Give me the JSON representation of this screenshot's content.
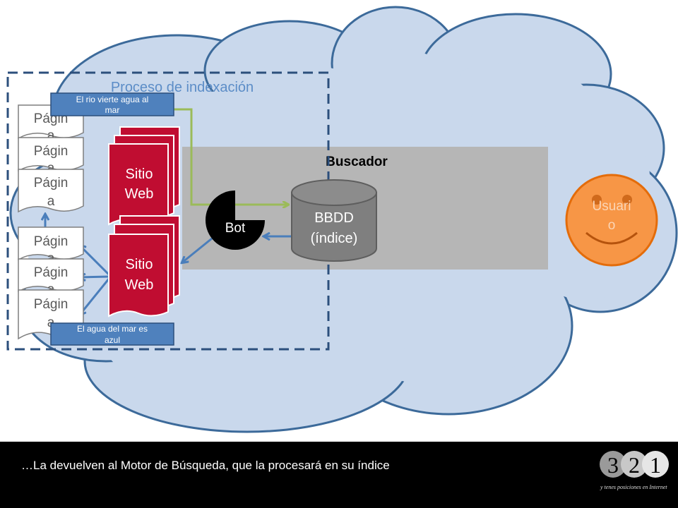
{
  "diagram": {
    "region_title": "Proceso de indexación",
    "engine_label": "Buscador",
    "bot_label": "Bot",
    "db_label_line1": "BBDD",
    "db_label_line2": "(índice)",
    "user_label_line1": "Usuari",
    "user_label_line2": "o",
    "site_label_line1": "Sitio",
    "site_label_line2": "Web",
    "page_label_line1": "Págin",
    "page_label_line2": "a",
    "note_top_line1": "El rio vierte agua al",
    "note_top_line2": "mar",
    "note_bottom_line1": "El agua del mar es",
    "note_bottom_line2": "azul"
  },
  "footer": {
    "caption": "…La devuelven al Motor de Búsqueda, que la procesará en su índice",
    "logo_digits": [
      "3",
      "2",
      "1"
    ],
    "logo_tagline": "y tenes posiciones en Internet"
  },
  "colors": {
    "cloud_fill": "#c9d8ec",
    "cloud_stroke": "#3c6a9a",
    "engine_box": "#b6b6b6",
    "site_red": "#c00d31",
    "db_gray": "#7f7f7f",
    "user_orange": "#f79646",
    "note_blue": "#4f81bd",
    "arrow_green": "#9bbb59",
    "arrow_blue": "#4a7ebb",
    "region_title": "#5c8dc7"
  }
}
